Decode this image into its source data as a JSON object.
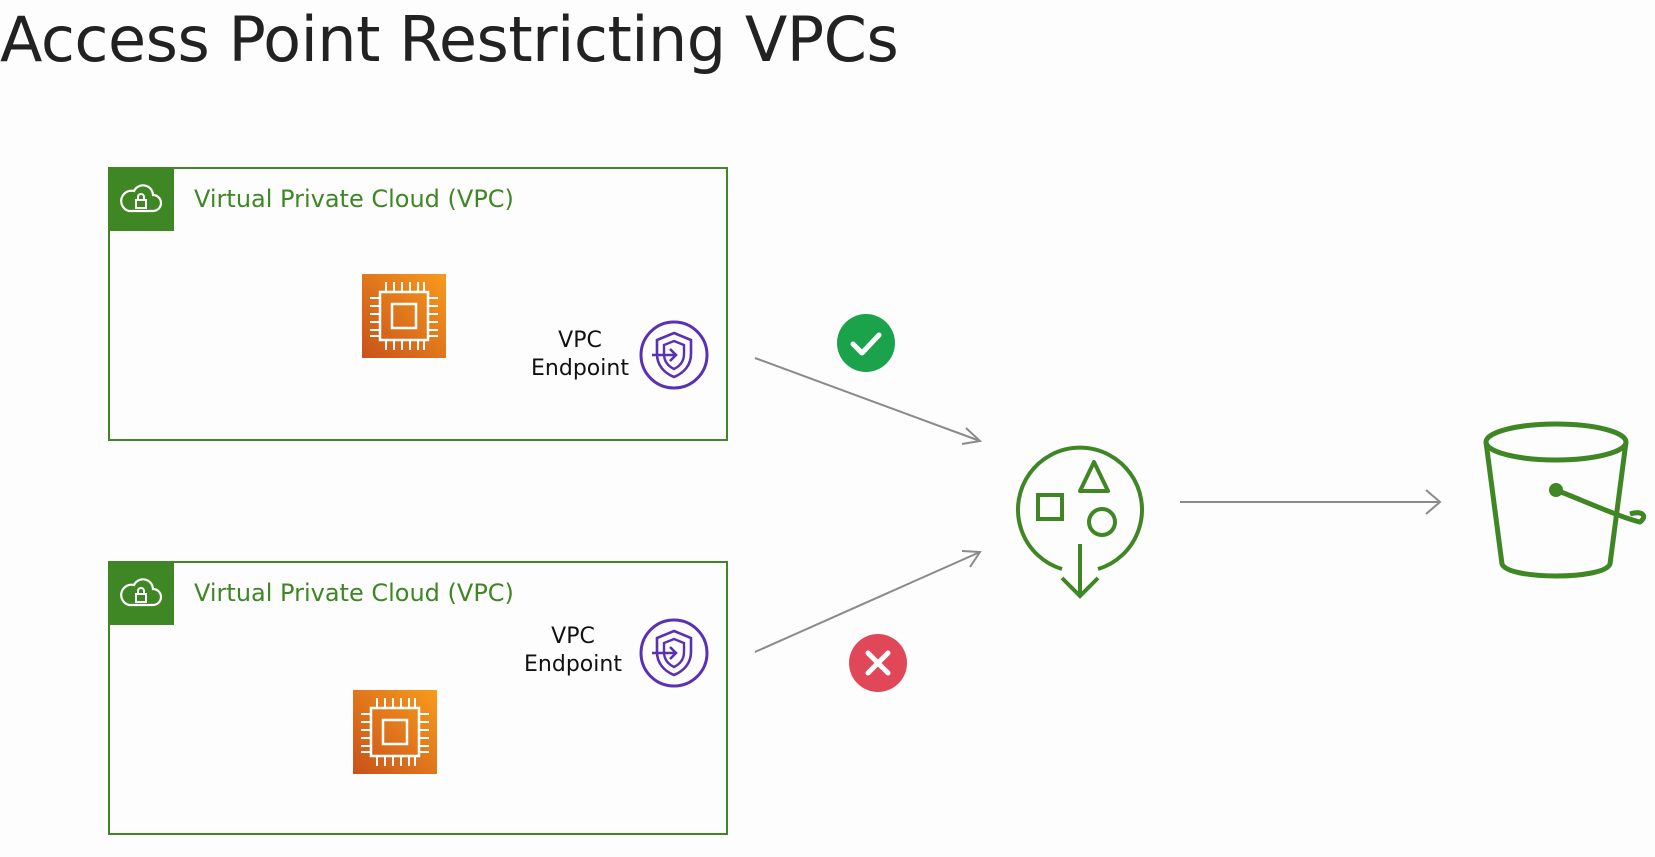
{
  "title": "Access Point Restricting VPCs",
  "vpcs": [
    {
      "label": "Virtual Private Cloud (VPC)",
      "endpoint_label_line1": "VPC",
      "endpoint_label_line2": "Endpoint",
      "access": "allowed"
    },
    {
      "label": "Virtual Private Cloud (VPC)",
      "endpoint_label_line1": "VPC",
      "endpoint_label_line2": "Endpoint",
      "access": "denied"
    }
  ],
  "icons": {
    "vpc": "cloud-lock-icon",
    "instance": "chip-icon",
    "endpoint": "endpoint-shield-icon",
    "allowed": "check-icon",
    "denied": "x-icon",
    "access_point": "access-point-icon",
    "bucket": "s3-bucket-icon"
  },
  "colors": {
    "vpc_green": "#3f8624",
    "chip_orange": "#e8760f",
    "endpoint_purple": "#5a30b5",
    "check_green": "#1aa34a",
    "deny_red": "#e0485a",
    "arrow_gray": "#8a8a8a"
  }
}
